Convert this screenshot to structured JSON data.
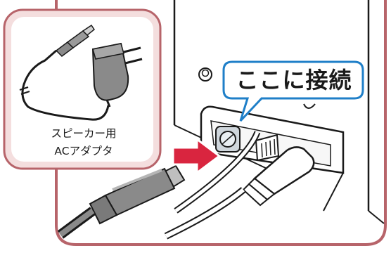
{
  "callout": {
    "text": "ここに接続"
  },
  "adapter_inset": {
    "label_line1": "スピーカー用",
    "label_line2": "ACアダプタ"
  },
  "colors": {
    "frame_border": "#b7646a",
    "inset_background": "#f4dede",
    "callout_border": "#1f7fc8",
    "arrow": "#d9253f",
    "outline": "#1a1a1a",
    "device_panel": "#ffffff"
  },
  "icons": {
    "arrow": "arrow-right-icon",
    "socket": "dc-socket-icon",
    "adapter": "ac-adapter-icon",
    "plug": "dc-plug-icon"
  }
}
